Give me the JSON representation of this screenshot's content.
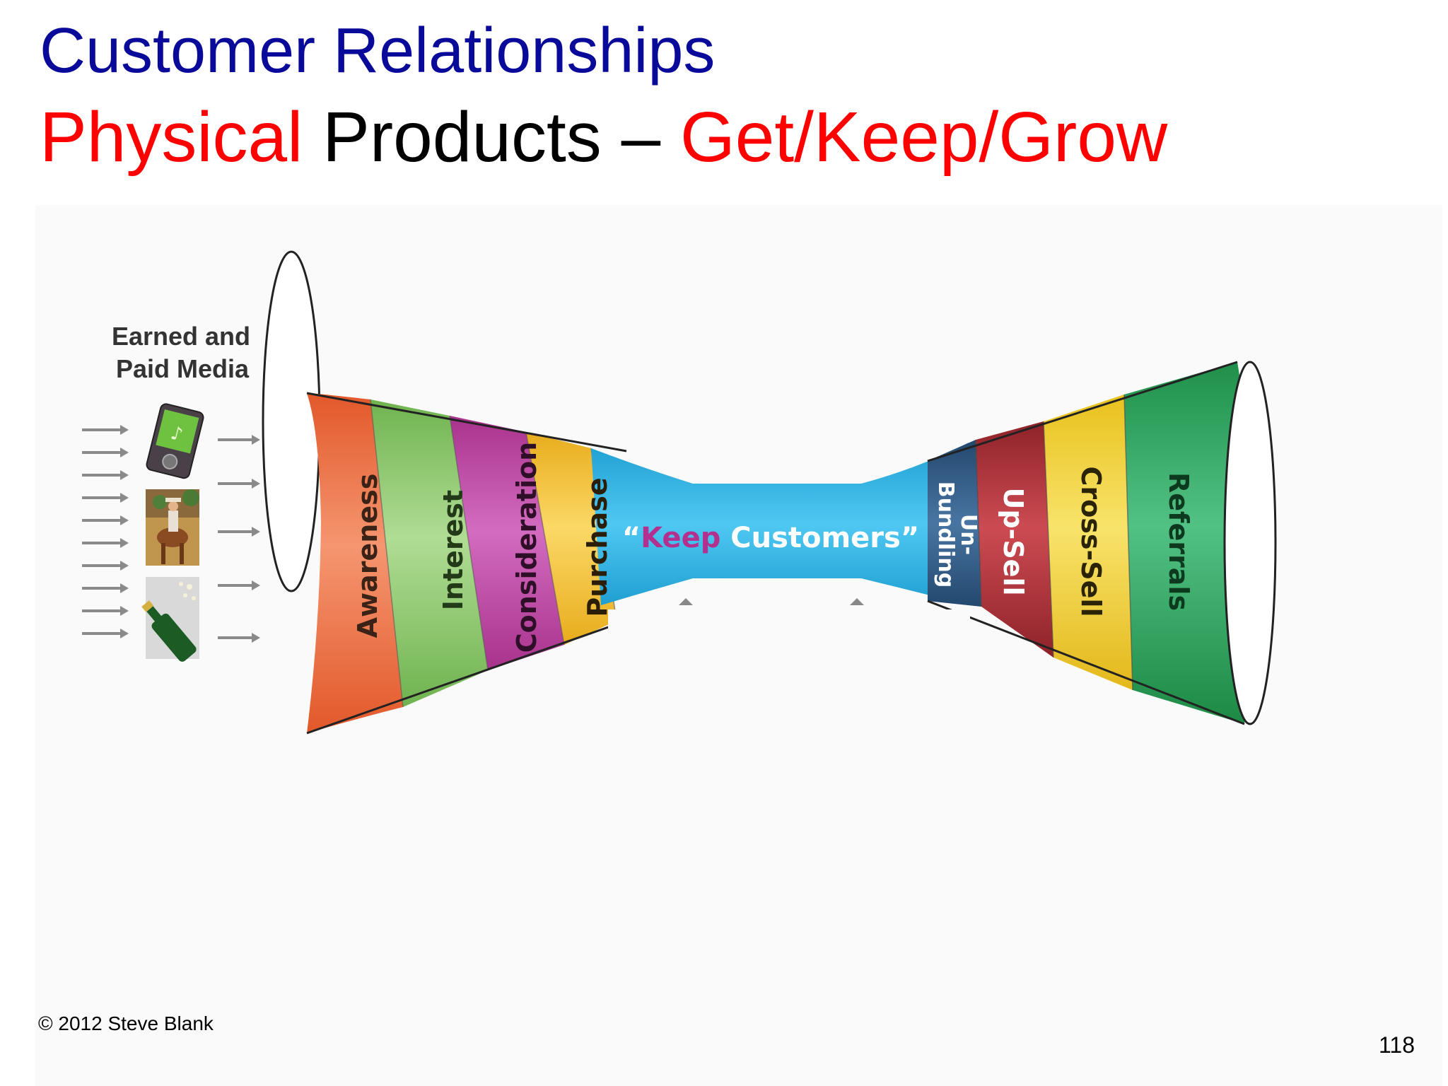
{
  "slide": {
    "title_line1": "Customer Relationships",
    "title_line2_part1": "Physical",
    "title_line2_part2": " Products – ",
    "title_line2_part3": "Get/Keep/Grow",
    "copyright": "© 2012 Steve Blank",
    "page_number": "118"
  },
  "diagram": {
    "media_label_line1": "Earned and",
    "media_label_line2": "Paid Media",
    "get_stages": [
      "Awareness",
      "Interest",
      "Consideration",
      "Purchase"
    ],
    "keep_label_quote_open": "“",
    "keep_label_word": "Keep",
    "keep_label_rest": " Customers”",
    "grow_stages_line1": [
      "Un-",
      "Up-Sell",
      "Cross-Sell",
      "Referrals"
    ],
    "unbundling_line2": "Bundling",
    "colors": {
      "awareness": "#ee6e3a",
      "interest": "#8cc96a",
      "consideration": "#c53fa6",
      "purchase": "#f5c52d",
      "keep": "#2fb5e6",
      "keep_word": "#b3308f",
      "unbundling": "#345f8a",
      "upsell": "#b3333a",
      "crosssell": "#f2d22e",
      "referrals": "#2aa85c"
    },
    "icons": [
      "mp3-player-icon",
      "cowboy-photo-icon",
      "champagne-bottle-icon",
      "arrow-icon"
    ]
  }
}
